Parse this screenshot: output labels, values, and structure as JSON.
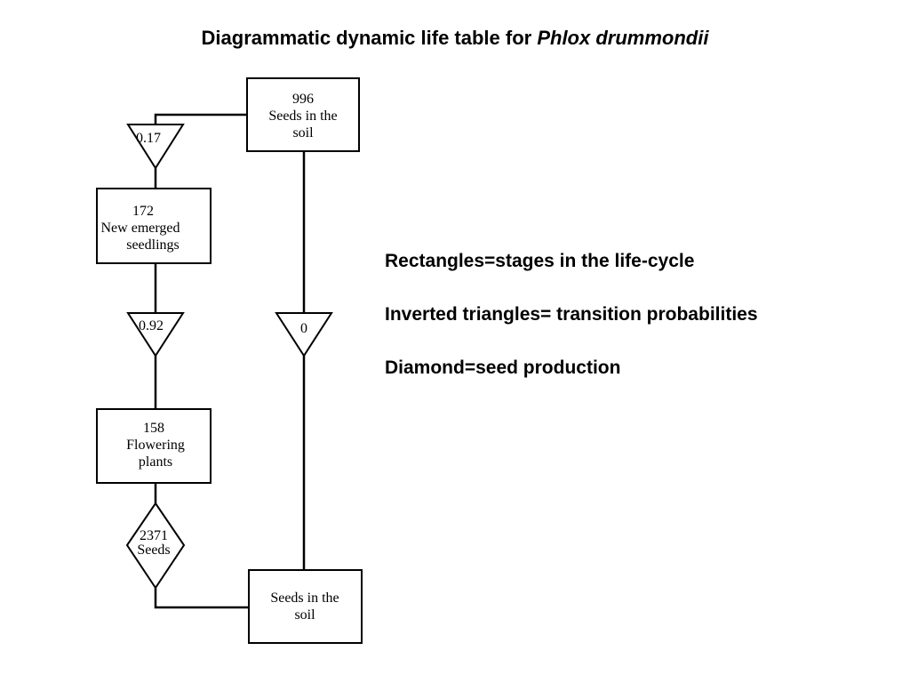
{
  "title": {
    "prefix": "Diagrammatic dynamic life table for ",
    "species": "Phlox drummondii"
  },
  "diagram": {
    "nodes": {
      "seeds_soil_top": {
        "shape": "rectangle",
        "lines": [
          "996",
          "Seeds in the",
          "soil"
        ]
      },
      "prob_emergence": {
        "shape": "inverted-triangle",
        "lines": [
          "0.17"
        ]
      },
      "seedlings": {
        "shape": "rectangle",
        "lines": [
          "172",
          "New emerged",
          "seedlings"
        ]
      },
      "prob_survival": {
        "shape": "inverted-triangle",
        "lines": [
          "0.92"
        ]
      },
      "flowering": {
        "shape": "rectangle",
        "lines": [
          "158",
          "Flowering",
          "plants"
        ]
      },
      "seed_production": {
        "shape": "diamond",
        "lines": [
          "2371",
          "Seeds"
        ]
      },
      "prob_seedbank": {
        "shape": "inverted-triangle",
        "lines": [
          "0"
        ]
      },
      "seeds_soil_bottom": {
        "shape": "rectangle",
        "lines": [
          "Seeds in the",
          "soil"
        ]
      }
    }
  },
  "legend": [
    "Rectangles=stages in the life-cycle",
    "Inverted triangles= transition probabilities",
    "Diamond=seed production"
  ]
}
